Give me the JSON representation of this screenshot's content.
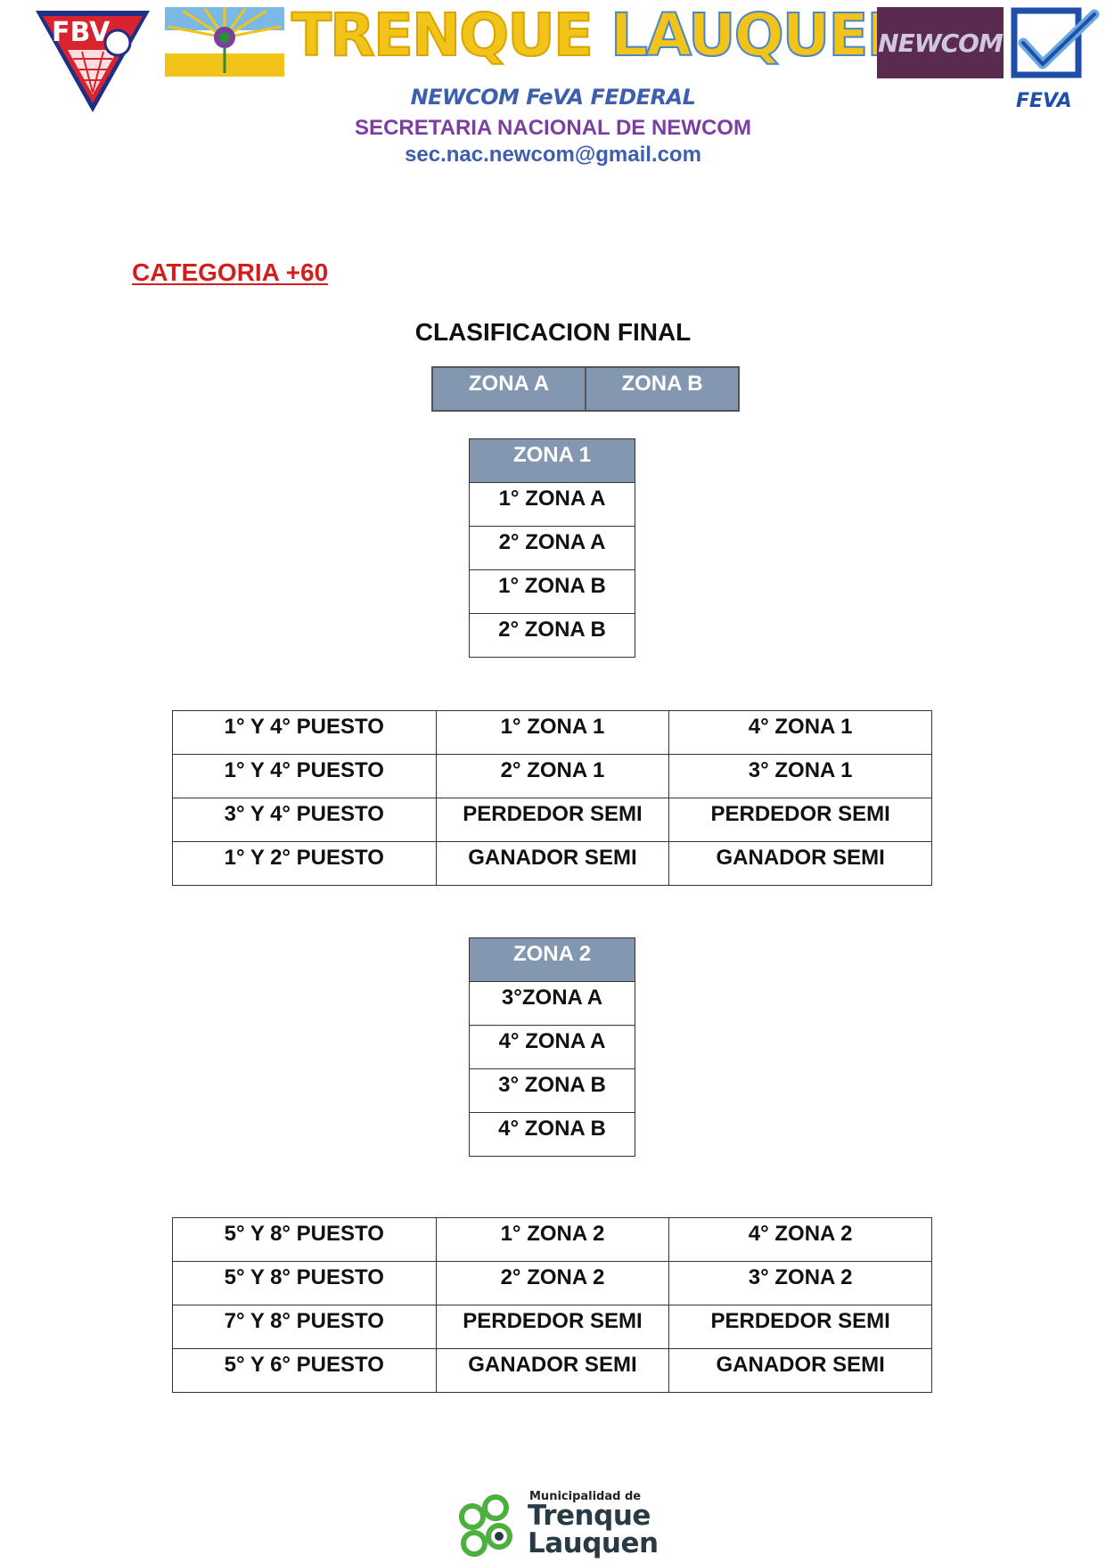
{
  "header": {
    "fbv_logo_text": "FBV",
    "banner_word1": "TRENQUE",
    "banner_word2": "LAUQUEN",
    "newcom_logo_text": "NEWCOM",
    "feva_logo_text": "FEVA",
    "line1": "NEWCOM FeVA FEDERAL",
    "line2": "SECRETARIA NACIONAL DE NEWCOM",
    "line3": "sec.nac.newcom@gmail.com"
  },
  "category_title": "CATEGORIA +60",
  "final_title": "CLASIFICACION FINAL",
  "zones_header": [
    "ZONA  A",
    "ZONA B"
  ],
  "zona1": {
    "title": "ZONA 1",
    "rows": [
      "1° ZONA A",
      "2° ZONA A",
      "1° ZONA B",
      "2° ZONA B"
    ]
  },
  "matches1": [
    [
      "1° Y 4°  PUESTO",
      "1° ZONA 1",
      "4° ZONA 1"
    ],
    [
      "1° Y 4° PUESTO",
      "2° ZONA 1",
      "3° ZONA 1"
    ],
    [
      "3° Y 4° PUESTO",
      "PERDEDOR SEMI",
      "PERDEDOR SEMI"
    ],
    [
      "1° Y 2° PUESTO",
      "GANADOR SEMI",
      "GANADOR SEMI"
    ]
  ],
  "zona2": {
    "title": "ZONA 2",
    "rows": [
      "3°ZONA A",
      "4° ZONA A",
      "3° ZONA B",
      "4° ZONA B"
    ]
  },
  "matches2": [
    [
      "5° Y 8°  PUESTO",
      "1° ZONA 2",
      "4° ZONA 2"
    ],
    [
      "5° Y 8° PUESTO",
      "2° ZONA 2",
      "3° ZONA 2"
    ],
    [
      "7° Y 8° PUESTO",
      "PERDEDOR SEMI",
      "PERDEDOR SEMI"
    ],
    [
      "5° Y 6° PUESTO",
      "GANADOR SEMI",
      "GANADOR SEMI"
    ]
  ],
  "footer": {
    "small": "Municipalidad de",
    "line1": "Trenque",
    "line2": "Lauquen"
  },
  "colors": {
    "table_header_bg": "#8497b0",
    "category_red": "#d31e1e",
    "secretaria_purple": "#7b3fa0",
    "email_blue": "#3d5fae"
  }
}
